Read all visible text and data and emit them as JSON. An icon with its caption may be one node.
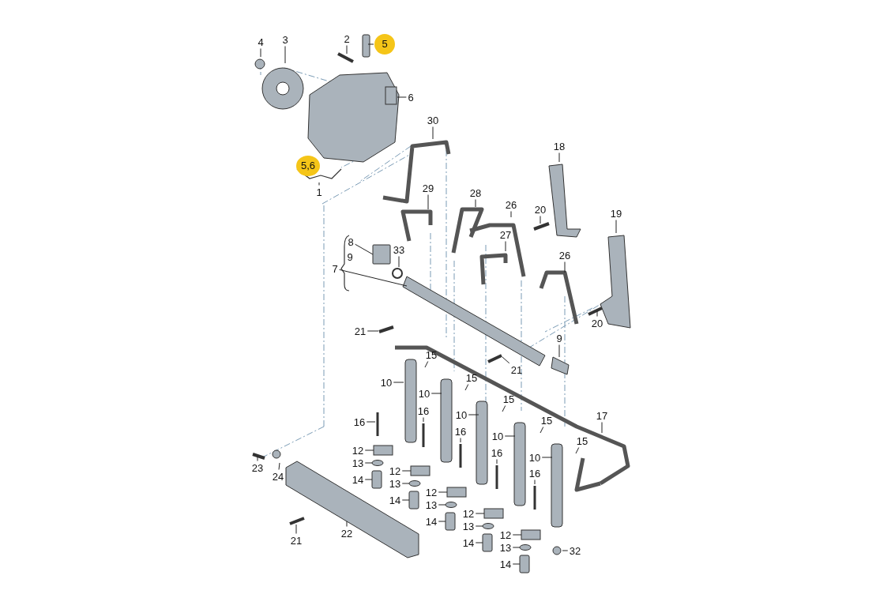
{
  "diagram": {
    "nodes": [
      {
        "text": [
          "4"
        ]
      },
      {
        "text": [
          "3"
        ]
      },
      {
        "text": [
          "2"
        ]
      },
      {
        "text": [
          "5"
        ]
      },
      {
        "text": [
          "6"
        ]
      },
      {
        "text": [
          "1"
        ]
      },
      {
        "text": [
          "30"
        ]
      },
      {
        "text": [
          "18"
        ]
      },
      {
        "text": [
          "29"
        ]
      },
      {
        "text": [
          "28"
        ]
      },
      {
        "text": [
          "26"
        ]
      },
      {
        "text": [
          "20"
        ]
      },
      {
        "text": [
          "27"
        ]
      },
      {
        "text": [
          "19"
        ]
      },
      {
        "text": [
          "8"
        ]
      },
      {
        "text": [
          "33"
        ]
      },
      {
        "text": [
          "7"
        ]
      },
      {
        "text": [
          "26"
        ]
      },
      {
        "text": [
          "21"
        ]
      },
      {
        "text": [
          "20"
        ]
      },
      {
        "text": [
          "9"
        ]
      },
      {
        "text": [
          "21"
        ]
      },
      {
        "text": [
          "15"
        ]
      },
      {
        "text": [
          "15"
        ]
      },
      {
        "text": [
          "15"
        ]
      },
      {
        "text": [
          "15"
        ]
      },
      {
        "text": [
          "15"
        ]
      },
      {
        "text": [
          "10"
        ]
      },
      {
        "text": [
          "10"
        ]
      },
      {
        "text": [
          "10"
        ]
      },
      {
        "text": [
          "10"
        ]
      },
      {
        "text": [
          "10"
        ]
      },
      {
        "text": [
          "16"
        ]
      },
      {
        "text": [
          "16"
        ]
      },
      {
        "text": [
          "16"
        ]
      },
      {
        "text": [
          "16"
        ]
      },
      {
        "text": [
          "16"
        ]
      },
      {
        "text": [
          "12"
        ]
      },
      {
        "text": [
          "12"
        ]
      },
      {
        "text": [
          "12"
        ]
      },
      {
        "text": [
          "12"
        ]
      },
      {
        "text": [
          "12"
        ]
      },
      {
        "text": [
          "13"
        ]
      },
      {
        "text": [
          "13"
        ]
      },
      {
        "text": [
          "13"
        ]
      },
      {
        "text": [
          "13"
        ]
      },
      {
        "text": [
          "13"
        ]
      },
      {
        "text": [
          "14"
        ]
      },
      {
        "text": [
          "14"
        ]
      },
      {
        "text": [
          "14"
        ]
      },
      {
        "text": [
          "14"
        ]
      },
      {
        "text": [
          "14"
        ]
      },
      {
        "text": [
          "17"
        ]
      },
      {
        "text": [
          "23"
        ]
      },
      {
        "text": [
          "24"
        ]
      },
      {
        "text": [
          "21"
        ]
      },
      {
        "text": [
          "22"
        ]
      },
      {
        "text": [
          "32"
        ]
      },
      {
        "text": [],
        "shape": "circle"
      },
      {
        "text": [],
        "shape": "circle"
      },
      {
        "text": [],
        "shape": "circle"
      },
      {
        "text": [],
        "shape": "circle"
      },
      {
        "text": [],
        "shape": "circle"
      },
      {
        "text": [],
        "shape": "cylinder"
      },
      {
        "text": [],
        "shape": "cylinder"
      },
      {
        "text": [],
        "shape": "cylinder"
      },
      {
        "text": [],
        "shape": "cylinder"
      },
      {
        "text": [],
        "shape": "cylinder"
      },
      {
        "text": [],
        "shape": "box"
      }
    ],
    "edges": [
      {
        "from": 0,
        "to": null,
        "arrow": "none"
      },
      {
        "from": 1,
        "to": null,
        "arrow": "none"
      },
      {
        "from": 2,
        "to": null,
        "arrow": "none"
      },
      {
        "from": 3,
        "to": null,
        "arrow": "none"
      },
      {
        "from": 4,
        "to": null,
        "arrow": "none"
      },
      {
        "from": 5,
        "to": null,
        "arrow": "none"
      },
      {
        "from": 6,
        "to": null,
        "arrow": "none"
      },
      {
        "from": 7,
        "to": null,
        "arrow": "none"
      },
      {
        "from": 8,
        "to": null,
        "arrow": "none"
      },
      {
        "from": 9,
        "to": null,
        "arrow": "none"
      },
      {
        "from": 10,
        "to": null,
        "arrow": "none"
      },
      {
        "from": 11,
        "to": null,
        "arrow": "none"
      },
      {
        "from": 12,
        "to": null,
        "arrow": "none"
      },
      {
        "from": 13,
        "to": null,
        "arrow": "none"
      },
      {
        "from": 14,
        "to": 68,
        "arrow": "none"
      },
      {
        "from": 15,
        "to": null,
        "arrow": "none"
      },
      {
        "from": 16,
        "to": null,
        "arrow": "none"
      },
      {
        "from": 17,
        "to": null,
        "arrow": "none"
      },
      {
        "from": 18,
        "to": null,
        "arrow": "none"
      },
      {
        "from": 19,
        "to": null,
        "arrow": "none"
      },
      {
        "from": 20,
        "to": null,
        "arrow": "none"
      },
      {
        "from": 21,
        "to": null,
        "arrow": "none"
      },
      {
        "from": 22,
        "to": null,
        "arrow": "none"
      },
      {
        "from": 23,
        "to": null,
        "arrow": "none"
      },
      {
        "from": 24,
        "to": null,
        "arrow": "none"
      },
      {
        "from": 25,
        "to": null,
        "arrow": "none"
      },
      {
        "from": 26,
        "to": null,
        "arrow": "none"
      },
      {
        "from": 27,
        "to": null,
        "arrow": "none"
      },
      {
        "from": 28,
        "to": null,
        "arrow": "none"
      },
      {
        "from": 29,
        "to": null,
        "arrow": "none"
      },
      {
        "from": 30,
        "to": null,
        "arrow": "none"
      },
      {
        "from": 31,
        "to": null,
        "arrow": "none"
      },
      {
        "from": 32,
        "to": null,
        "arrow": "none"
      },
      {
        "from": 33,
        "to": null,
        "arrow": "none"
      },
      {
        "from": 34,
        "to": null,
        "arrow": "none"
      },
      {
        "from": 35,
        "to": null,
        "arrow": "none"
      },
      {
        "from": 36,
        "to": null,
        "arrow": "none"
      },
      {
        "from": 37,
        "to": null,
        "arrow": "none"
      },
      {
        "from": 38,
        "to": null,
        "arrow": "none"
      },
      {
        "from": 39,
        "to": null,
        "arrow": "none"
      },
      {
        "from": 40,
        "to": null,
        "arrow": "none"
      },
      {
        "from": 41,
        "to": null,
        "arrow": "none"
      },
      {
        "from": 42,
        "to": 58,
        "arrow": "none"
      },
      {
        "from": 43,
        "to": 59,
        "arrow": "none"
      },
      {
        "from": 44,
        "to": 60,
        "arrow": "none"
      },
      {
        "from": 45,
        "to": 61,
        "arrow": "none"
      },
      {
        "from": 46,
        "to": 62,
        "arrow": "none"
      },
      {
        "from": 47,
        "to": 63,
        "arrow": "none"
      },
      {
        "from": 48,
        "to": 64,
        "arrow": "none"
      },
      {
        "from": 49,
        "to": 65,
        "arrow": "none"
      },
      {
        "from": 50,
        "to": 66,
        "arrow": "none"
      },
      {
        "from": 51,
        "to": 67,
        "arrow": "none"
      },
      {
        "from": 52,
        "to": null,
        "arrow": "none"
      },
      {
        "from": 53,
        "to": null,
        "arrow": "none"
      },
      {
        "from": 54,
        "to": null,
        "arrow": "none"
      },
      {
        "from": 55,
        "to": null,
        "arrow": "none"
      },
      {
        "from": 56,
        "to": null,
        "arrow": "none"
      },
      {
        "from": 57,
        "to": null,
        "arrow": "none"
      }
    ],
    "labels": [
      "5,6",
      "9"
    ]
  }
}
